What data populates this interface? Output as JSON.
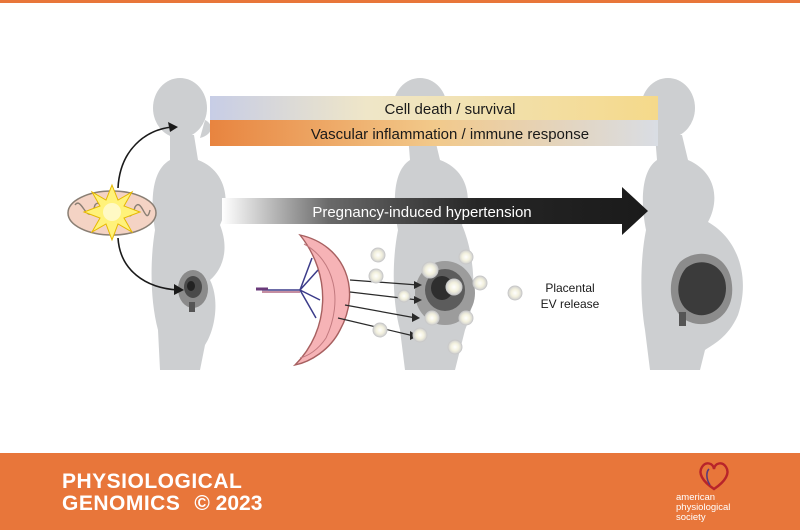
{
  "labels": {
    "cell_death": "Cell death / survival",
    "vascular": "Vascular inflammation / immune response",
    "pih": "Pregnancy-induced hypertension",
    "ev_line1": "Placental",
    "ev_line2": "EV release"
  },
  "footer": {
    "journal_line1": "PHYSIOLOGICAL",
    "journal_line2": "GENOMICS",
    "copyright": "© 2023",
    "society_line1": "american",
    "society_line2": "physiological",
    "society_line3": "society"
  },
  "colors": {
    "accent": "#e8763a",
    "silhouette": "#cdcfd1",
    "uterus_dark": "#3a3a3a",
    "pih_arrow": "#1f1f1f"
  },
  "icons": [
    "mitochondrion-icon",
    "sunburst-icon",
    "placenta-icon",
    "vesicle-icon"
  ]
}
